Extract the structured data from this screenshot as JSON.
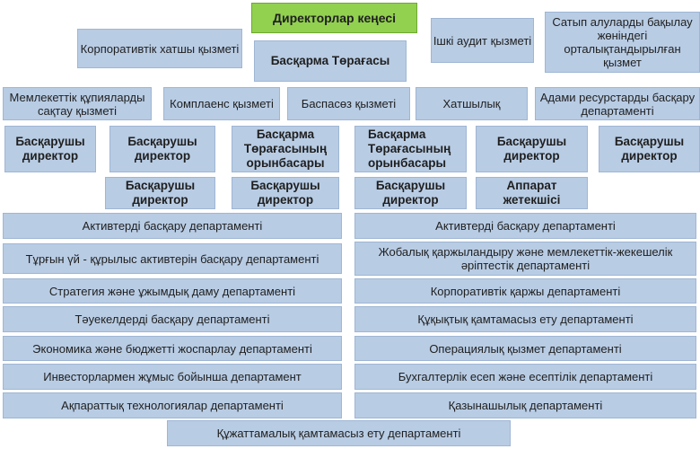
{
  "board": "Директорлар кеңесі",
  "corporate_secretary": "Корпоративтік хатшы қызметі",
  "chairman": "Басқарма Төрағасы",
  "internal_audit": "Ішкі аудит қызметі",
  "procurement_center": "Сатып алуларды бақылау жөніндегі орталықтандырылған қызмет",
  "row_services": [
    "Мемлекеттік құпияларды сақтау қызметі",
    "Комплаенс қызметі",
    "Баспасөз қызметі",
    "Хатшылық",
    "Адами ресурстарды басқару департаменті"
  ],
  "row_directors_1": [
    "Басқарушы директор",
    "Басқарушы директор",
    "Басқарма Төрағасының орынбасары",
    "Басқарма Төрағасының орынбасары",
    "Басқарушы директор",
    "Басқарушы директор"
  ],
  "row_directors_2": [
    "Басқарушы директор",
    "Басқарушы директор",
    "Басқарушы директор",
    "Аппарат жетекшісі"
  ],
  "departments_left": [
    "Активтерді басқару департаменті",
    "Тұрғын үй - құрылыс активтерін басқару департаменті",
    "Стратегия және ұжымдық даму департаменті",
    "Тәуекелдерді басқару департаменті",
    "Экономика және бюджетті жоспарлау департаменті",
    "Инвесторлармен жұмыс бойынша департамент",
    "Ақпараттық технологиялар департаменті"
  ],
  "departments_right": [
    "Активтерді басқару департаменті",
    "Жобалық қаржыландыру және мемлекеттік-жекешелік әріптестік департаменті",
    "Корпоративтік қаржы департаменті",
    "Құқықтық қамтамасыз ету департаменті",
    "Операциялық қызмет департаменті",
    "Бухгалтерлік есеп және есептілік департаменті",
    "Қазынашылық департаменті"
  ],
  "documents_dept": "Құжаттамалық қамтамасыз ету департаменті"
}
